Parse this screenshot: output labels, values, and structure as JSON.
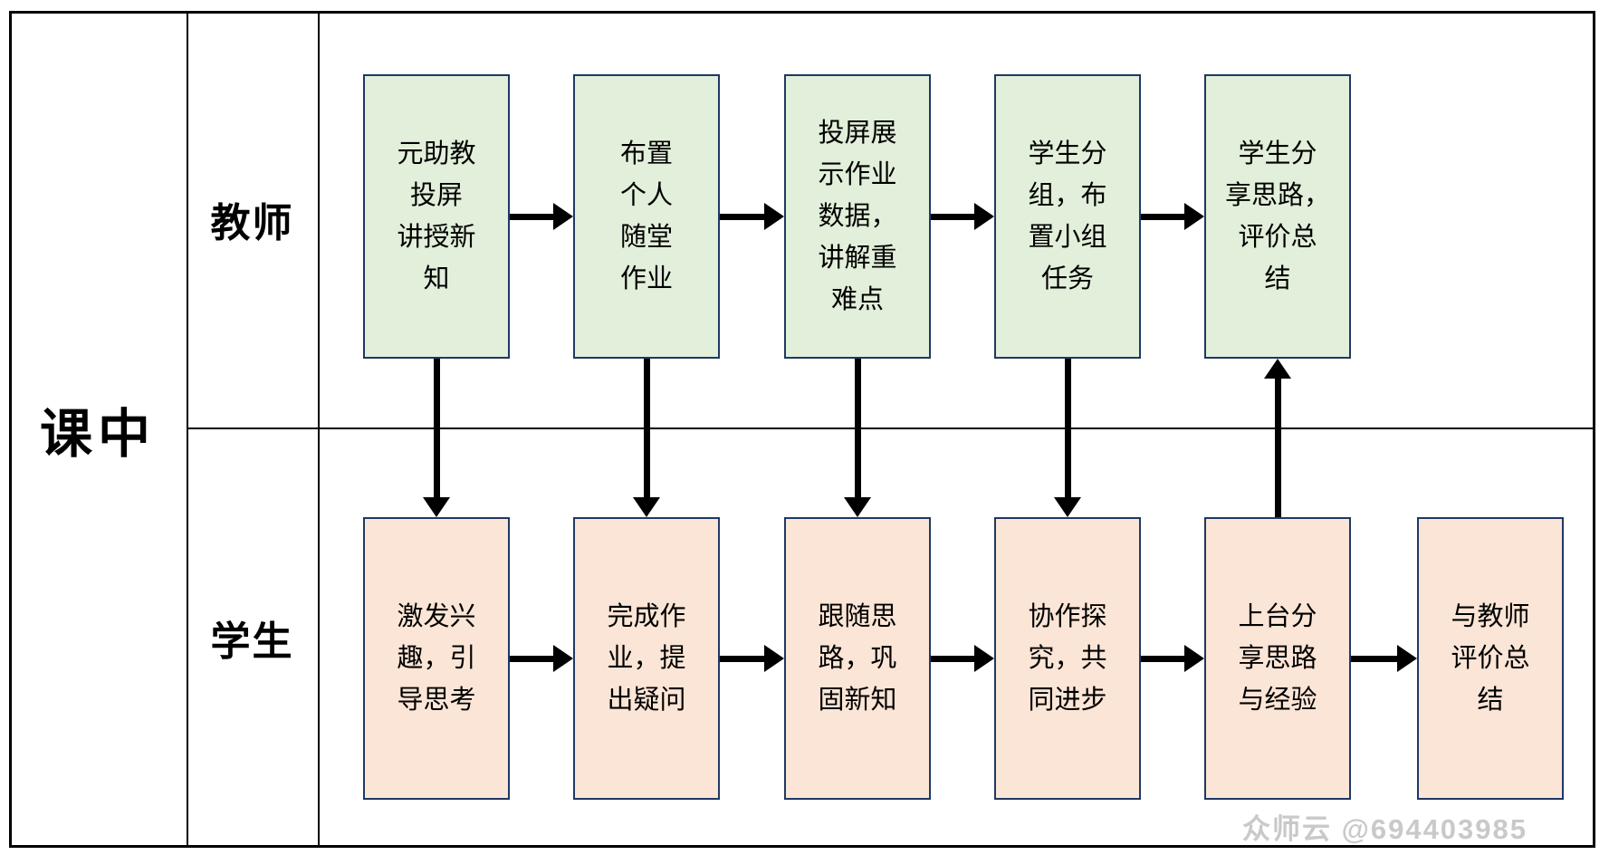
{
  "phase_label": "课中",
  "watermark": "众师云 @694403985",
  "colors": {
    "teacher_box_fill": "#e2efda",
    "student_box_fill": "#fbe5d6",
    "box_border": "#1f3864",
    "line_color": "#000000",
    "watermark_color": "#c9c9c9"
  },
  "lanes": {
    "teacher": {
      "label": "教师",
      "boxes": [
        {
          "text": "元助教\n投屏\n讲授新\n知"
        },
        {
          "text": "布置\n个人\n随堂\n作业"
        },
        {
          "text": "投屏展\n示作业\n数据，\n讲解重\n难点"
        },
        {
          "text": "学生分\n组，布\n置小组\n任务"
        },
        {
          "text": "学生分\n享思路，\n评价总\n结"
        }
      ]
    },
    "student": {
      "label": "学生",
      "boxes": [
        {
          "text": "激发兴\n趣，引\n导思考"
        },
        {
          "text": "完成作\n业，提\n出疑问"
        },
        {
          "text": "跟随思\n路，巩\n固新知"
        },
        {
          "text": "协作探\n究，共\n同进步"
        },
        {
          "text": "上台分\n享思路\n与经验"
        },
        {
          "text": "与教师\n评价总\n结"
        }
      ]
    }
  }
}
